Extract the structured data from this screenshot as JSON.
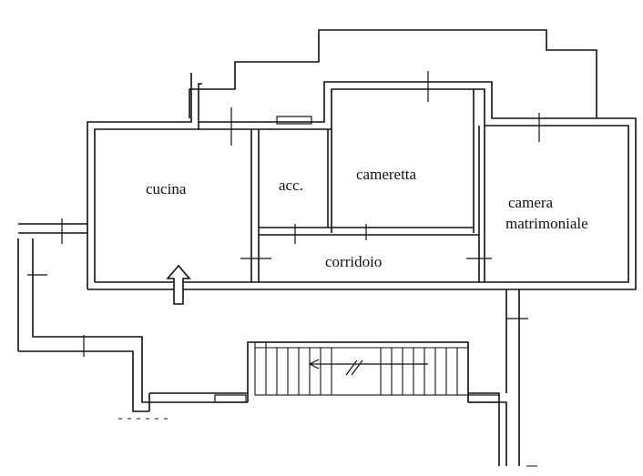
{
  "rooms": {
    "cucina": "cucina",
    "acc": "acc.",
    "cameretta": "cameretta",
    "camera_line1": "camera",
    "camera_line2": "matrimoniale",
    "corridoio": "corridoio"
  },
  "icons": {
    "entrance": "up-arrow-icon",
    "stair_direction": "stair-arrow-icon"
  },
  "colors": {
    "ink": "#111111",
    "paper": "#ffffff"
  }
}
